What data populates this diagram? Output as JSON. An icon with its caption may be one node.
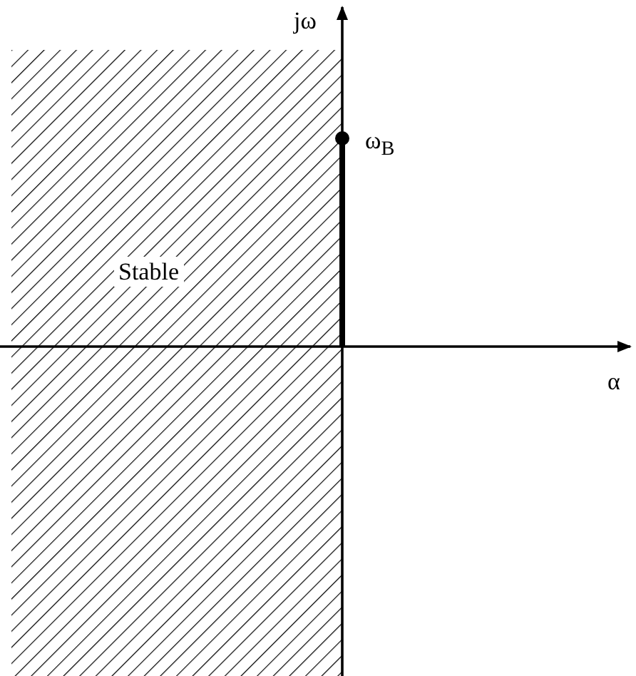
{
  "diagram": {
    "nodes": [
      {
        "text": [
          "Stable"
        ]
      }
    ],
    "labels": [
      "jω",
      "ω$_{B}$",
      "α"
    ]
  }
}
